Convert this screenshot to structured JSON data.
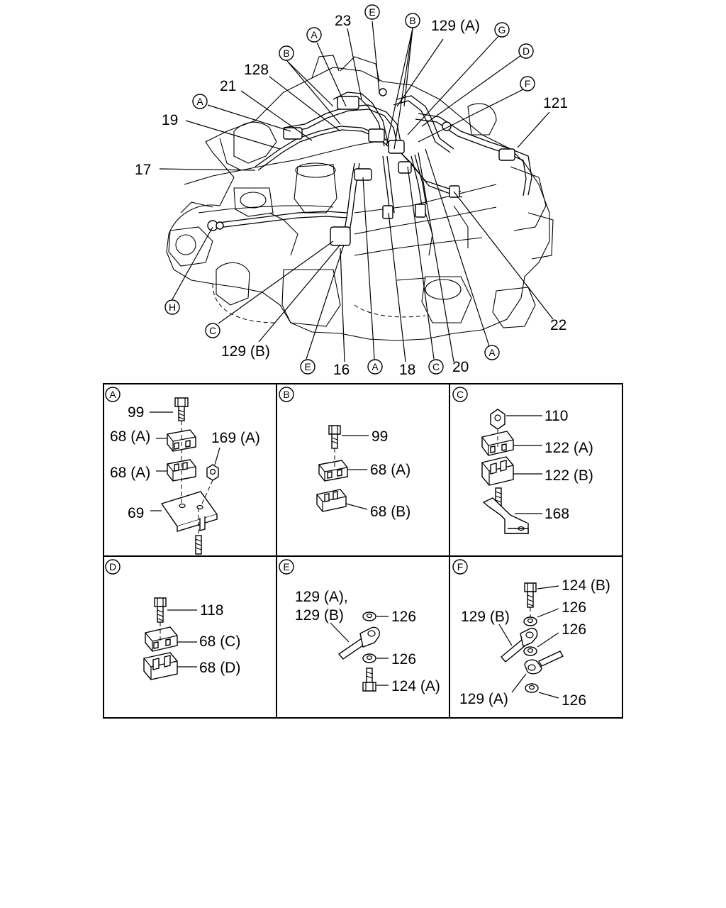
{
  "main_callouts": {
    "c23": "23",
    "c129a": "129 (A)",
    "c128": "128",
    "c21": "21",
    "c19": "19",
    "c17": "17",
    "c121": "121",
    "c22": "22",
    "c129b": "129 (B)",
    "c16": "16",
    "c18": "18",
    "c20": "20"
  },
  "letters": {
    "A": "A",
    "B": "B",
    "C": "C",
    "D": "D",
    "E": "E",
    "F": "F",
    "G": "G",
    "H": "H"
  },
  "detail_panels": {
    "A": {
      "letter": "A",
      "bolt": "99",
      "clamp_top": "68 (A)",
      "clamp_bottom": "68 (A)",
      "nut": "169 (A)",
      "bracket": "69"
    },
    "B": {
      "letter": "B",
      "bolt": "99",
      "clamp_top": "68 (A)",
      "clamp_bottom": "68 (B)"
    },
    "C": {
      "letter": "C",
      "nut": "110",
      "clamp_top": "122 (A)",
      "clamp_bottom": "122 (B)",
      "bracket": "168"
    },
    "D": {
      "letter": "D",
      "bolt": "118",
      "clamp_top": "68 (C)",
      "clamp_bottom": "68 (D)"
    },
    "E": {
      "letter": "E",
      "pipe_1": "129 (A),",
      "pipe_2": "129 (B)",
      "washer_top": "126",
      "washer_bottom": "126",
      "eye_bolt": "124 (A)"
    },
    "F": {
      "letter": "F",
      "eye_bolt": "124 (B)",
      "washer_1": "126",
      "pipe_b": "129 (B)",
      "washer_2": "126",
      "pipe_a": "129 (A)",
      "washer_3": "126"
    }
  }
}
